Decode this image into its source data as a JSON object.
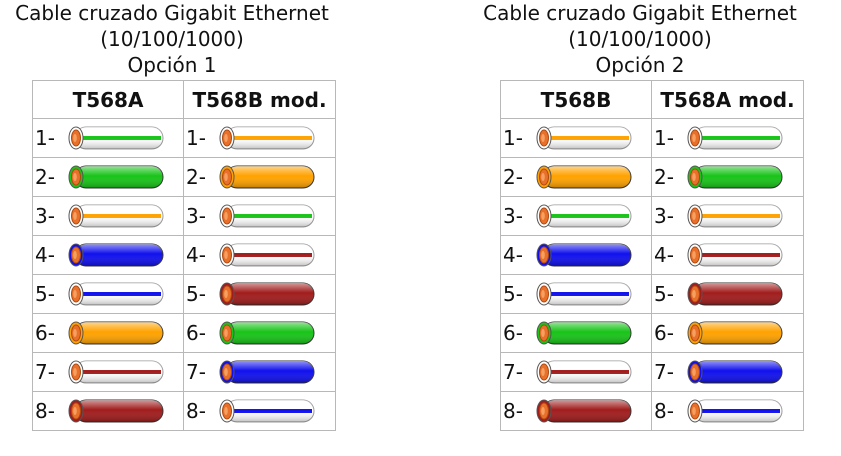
{
  "colors": {
    "green": "#18c418",
    "orange": "#ffa200",
    "blue": "#1010ee",
    "brown": "#a11c1c",
    "white": "#ffffff",
    "copper": "#e8702a"
  },
  "panels": [
    {
      "title_lines": [
        "Cable cruzado Gigabit Ethernet",
        "(10/100/1000)",
        "Opción 1"
      ],
      "columns": [
        {
          "header": "T568A",
          "wires": [
            {
              "number": "1-",
              "base": "white",
              "stripe": "green"
            },
            {
              "number": "2-",
              "base": "green",
              "stripe": ""
            },
            {
              "number": "3-",
              "base": "white",
              "stripe": "orange"
            },
            {
              "number": "4-",
              "base": "blue",
              "stripe": ""
            },
            {
              "number": "5-",
              "base": "white",
              "stripe": "blue"
            },
            {
              "number": "6-",
              "base": "orange",
              "stripe": ""
            },
            {
              "number": "7-",
              "base": "white",
              "stripe": "brown"
            },
            {
              "number": "8-",
              "base": "brown",
              "stripe": ""
            }
          ]
        },
        {
          "header": "T568B mod.",
          "wires": [
            {
              "number": "1-",
              "base": "white",
              "stripe": "orange"
            },
            {
              "number": "2-",
              "base": "orange",
              "stripe": ""
            },
            {
              "number": "3-",
              "base": "white",
              "stripe": "green"
            },
            {
              "number": "4-",
              "base": "white",
              "stripe": "brown"
            },
            {
              "number": "5-",
              "base": "brown",
              "stripe": ""
            },
            {
              "number": "6-",
              "base": "green",
              "stripe": ""
            },
            {
              "number": "7-",
              "base": "blue",
              "stripe": ""
            },
            {
              "number": "8-",
              "base": "white",
              "stripe": "blue"
            }
          ]
        }
      ]
    },
    {
      "title_lines": [
        "Cable cruzado Gigabit Ethernet",
        "(10/100/1000)",
        "Opción 2"
      ],
      "columns": [
        {
          "header": "T568B",
          "wires": [
            {
              "number": "1-",
              "base": "white",
              "stripe": "orange"
            },
            {
              "number": "2-",
              "base": "orange",
              "stripe": ""
            },
            {
              "number": "3-",
              "base": "white",
              "stripe": "green"
            },
            {
              "number": "4-",
              "base": "blue",
              "stripe": ""
            },
            {
              "number": "5-",
              "base": "white",
              "stripe": "blue"
            },
            {
              "number": "6-",
              "base": "green",
              "stripe": ""
            },
            {
              "number": "7-",
              "base": "white",
              "stripe": "brown"
            },
            {
              "number": "8-",
              "base": "brown",
              "stripe": ""
            }
          ]
        },
        {
          "header": "T568A mod.",
          "wires": [
            {
              "number": "1-",
              "base": "white",
              "stripe": "green"
            },
            {
              "number": "2-",
              "base": "green",
              "stripe": ""
            },
            {
              "number": "3-",
              "base": "white",
              "stripe": "orange"
            },
            {
              "number": "4-",
              "base": "white",
              "stripe": "brown"
            },
            {
              "number": "5-",
              "base": "brown",
              "stripe": ""
            },
            {
              "number": "6-",
              "base": "orange",
              "stripe": ""
            },
            {
              "number": "7-",
              "base": "blue",
              "stripe": ""
            },
            {
              "number": "8-",
              "base": "white",
              "stripe": "blue"
            }
          ]
        }
      ]
    }
  ]
}
